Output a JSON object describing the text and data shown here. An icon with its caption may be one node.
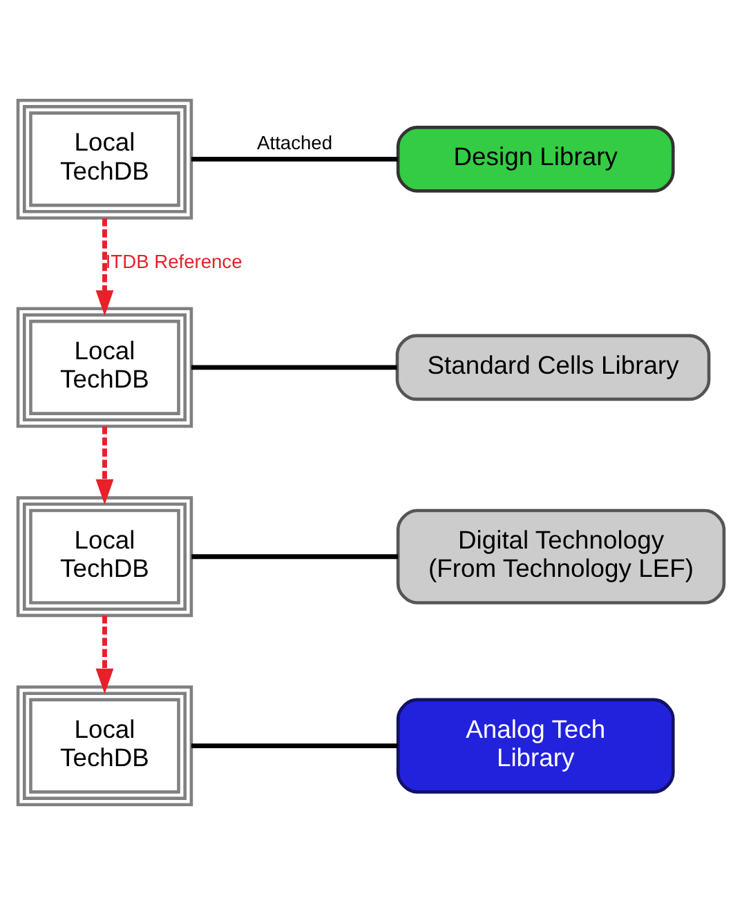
{
  "diagram": {
    "nodes": [
      {
        "text": [
          "Local TechDB"
        ]
      },
      {
        "text": [
          "Design Library"
        ]
      },
      {
        "text": [
          "Local TechDB"
        ]
      },
      {
        "text": [
          "Standard Cells Library"
        ]
      },
      {
        "text": [
          "Local TechDB"
        ]
      },
      {
        "text": [
          "Digital Technology (From Technology LEF)"
        ]
      },
      {
        "text": [
          "Local TechDB"
        ]
      },
      {
        "text": [
          "Analog Tech Library"
        ]
      }
    ],
    "edges": [
      {
        "from": 0,
        "to": 1,
        "arrow": "none",
        "label": "Attached"
      },
      {
        "from": 0,
        "to": 2,
        "arrow": "to",
        "label": "ITDB Reference",
        "style": "dashed",
        "color": "#e8202a"
      },
      {
        "from": 2,
        "to": 3,
        "arrow": "none"
      },
      {
        "from": 2,
        "to": 4,
        "arrow": "to",
        "style": "dashed",
        "color": "#e8202a"
      },
      {
        "from": 4,
        "to": 5,
        "arrow": "none"
      },
      {
        "from": 4,
        "to": 6,
        "arrow": "to",
        "style": "dashed",
        "color": "#e8202a"
      },
      {
        "from": 6,
        "to": 7,
        "arrow": "none"
      }
    ]
  }
}
